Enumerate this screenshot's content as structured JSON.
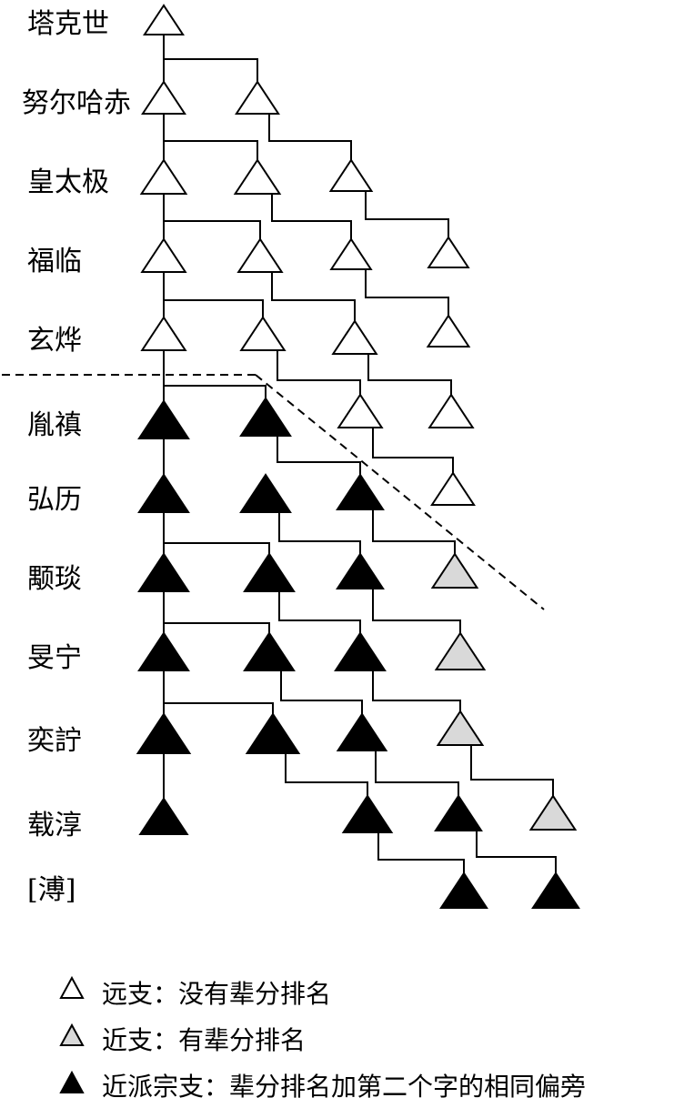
{
  "generations": [
    "塔克世",
    "努尔哈赤",
    "皇太极",
    "福临",
    "玄烨",
    "胤禛",
    "弘历",
    "颙琰",
    "旻宁",
    "奕詝",
    "载淳",
    "[溥]"
  ],
  "legend": [
    {
      "type": "distant",
      "text": "远支：没有辈分排名"
    },
    {
      "type": "near",
      "text": "近支：有辈分排名"
    },
    {
      "type": "core",
      "text": "近派宗支：辈分排名加第二个字的相同偏旁"
    }
  ],
  "colors": {
    "distant": "#ffffff",
    "near": "#d9d9d9",
    "core": "#000000",
    "line": "#000000"
  }
}
